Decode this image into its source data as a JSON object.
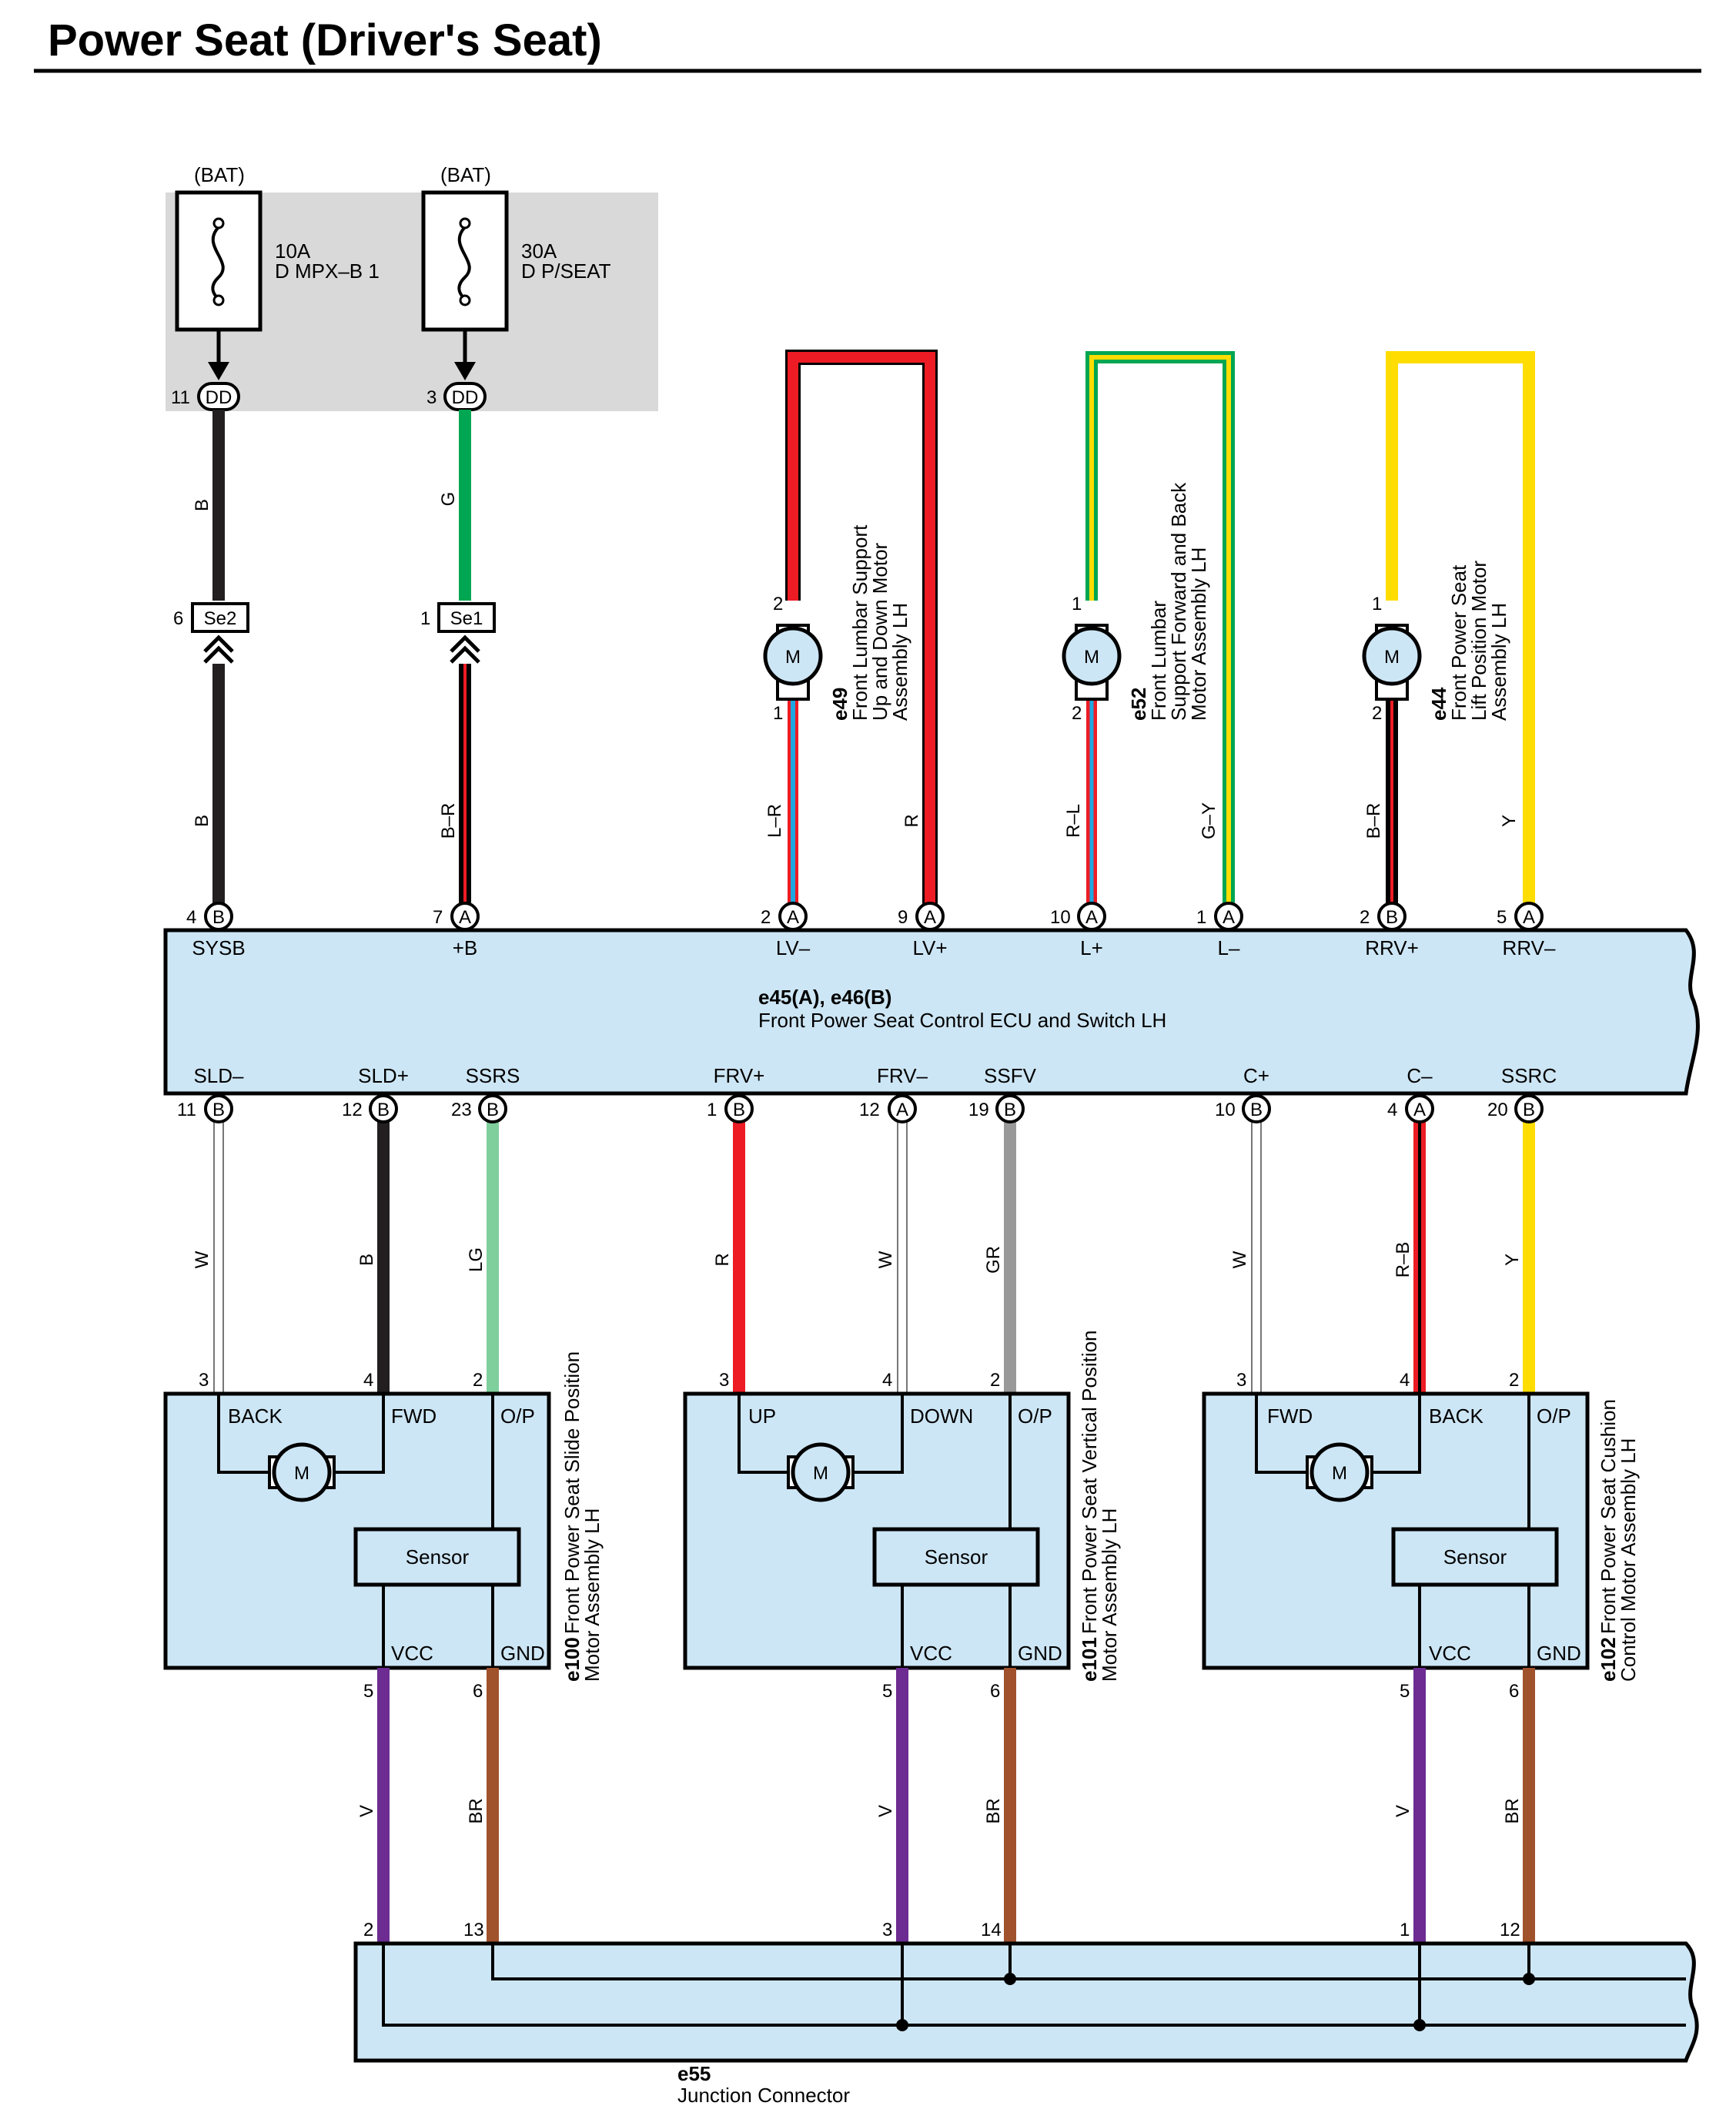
{
  "title": "Power Seat (Driver's Seat)",
  "colors": {
    "box_fill": "#cde6f5",
    "fuse_bg": "#d9d9da",
    "B": "#231f20",
    "G": "#00a651",
    "R": "#ed1c24",
    "L": "#1ea7e1",
    "Y": "#ffdd00",
    "W": "#ffffff",
    "LG": "#7fcf9d",
    "GR": "#999999",
    "V": "#6c2c91",
    "BR": "#a0522d"
  },
  "fuses": [
    {
      "source": "(BAT)",
      "rating": "10A",
      "name": "D MPX–B 1",
      "pin": "11",
      "conn": "DD"
    },
    {
      "source": "(BAT)",
      "rating": "30A",
      "name": "D P/SEAT",
      "pin": "3",
      "conn": "DD"
    }
  ],
  "inline_connectors": [
    {
      "id": "Se2",
      "pin": "6"
    },
    {
      "id": "Se1",
      "pin": "1"
    }
  ],
  "motors": [
    {
      "id": "e49",
      "desc": [
        "Front Lumbar Support",
        "Up and Down Motor",
        "Assembly LH"
      ],
      "pin_top": "2",
      "pin_bottom": "1",
      "glyph": "M"
    },
    {
      "id": "e52",
      "desc": [
        "Front Lumbar",
        "Support Forward and Back",
        "Motor Assembly LH"
      ],
      "pin_top": "1",
      "pin_bottom": "2",
      "glyph": "M"
    },
    {
      "id": "e44",
      "desc": [
        "Front Power Seat",
        "Lift Position Motor",
        "Assembly LH"
      ],
      "pin_top": "1",
      "pin_bottom": "2",
      "glyph": "M"
    }
  ],
  "ecu": {
    "id": "e45(A), e46(B)",
    "name": "Front Power Seat Control ECU and Switch LH",
    "top_terminals": [
      {
        "pin": "4",
        "conn": "B",
        "label": "SYSB"
      },
      {
        "pin": "7",
        "conn": "A",
        "label": "+B"
      },
      {
        "pin": "2",
        "conn": "A",
        "label": "LV–"
      },
      {
        "pin": "9",
        "conn": "A",
        "label": "LV+"
      },
      {
        "pin": "10",
        "conn": "A",
        "label": "L+"
      },
      {
        "pin": "1",
        "conn": "A",
        "label": "L–"
      },
      {
        "pin": "2",
        "conn": "B",
        "label": "RRV+"
      },
      {
        "pin": "5",
        "conn": "A",
        "label": "RRV–"
      }
    ],
    "bottom_terminals": [
      {
        "pin": "11",
        "conn": "B",
        "label": "SLD–"
      },
      {
        "pin": "12",
        "conn": "B",
        "label": "SLD+"
      },
      {
        "pin": "23",
        "conn": "B",
        "label": "SSRS"
      },
      {
        "pin": "1",
        "conn": "B",
        "label": "FRV+"
      },
      {
        "pin": "12",
        "conn": "A",
        "label": "FRV–"
      },
      {
        "pin": "19",
        "conn": "B",
        "label": "SSFV"
      },
      {
        "pin": "10",
        "conn": "B",
        "label": "C+"
      },
      {
        "pin": "4",
        "conn": "A",
        "label": "C–"
      },
      {
        "pin": "20",
        "conn": "B",
        "label": "SSRC"
      }
    ]
  },
  "wires": {
    "fuse1": "B",
    "fuse2": "G",
    "sysb": "B",
    "plusb": "B–R",
    "lvm": "L–R",
    "lvp": "R",
    "lp": "R–L",
    "lm": "G–Y",
    "rrvp": "B–R",
    "rrvm": "Y",
    "sldm": "W",
    "sldp": "B",
    "ssrs": "LG",
    "frvp": "R",
    "frvm": "W",
    "ssfv": "GR",
    "cp": "W",
    "cm": "R–B",
    "ssrc": "Y",
    "vcc": "V",
    "gnd": "BR"
  },
  "seat_motors": [
    {
      "id": "e100",
      "desc": [
        "Front Power Seat Slide Position",
        "Motor Assembly LH"
      ],
      "t1": "BACK",
      "t2": "FWD",
      "t3": "O/P",
      "sensor": "Sensor",
      "vcc": "VCC",
      "gnd": "GND",
      "p1": "3",
      "p2": "4",
      "p3": "2",
      "pv": "5",
      "pg": "6",
      "glyph": "M"
    },
    {
      "id": "e101",
      "desc": [
        "Front Power Seat Vertical Position",
        "Motor Assembly LH"
      ],
      "t1": "UP",
      "t2": "DOWN",
      "t3": "O/P",
      "sensor": "Sensor",
      "vcc": "VCC",
      "gnd": "GND",
      "p1": "3",
      "p2": "4",
      "p3": "2",
      "pv": "5",
      "pg": "6",
      "glyph": "M"
    },
    {
      "id": "e102",
      "desc": [
        "Front Power Seat Cushion",
        "Control Motor Assembly LH"
      ],
      "t1": "FWD",
      "t2": "BACK",
      "t3": "O/P",
      "sensor": "Sensor",
      "vcc": "VCC",
      "gnd": "GND",
      "p1": "3",
      "p2": "4",
      "p3": "2",
      "pv": "5",
      "pg": "6",
      "glyph": "M"
    }
  ],
  "junction": {
    "id": "e55",
    "name": "Junction Connector",
    "pins": [
      "2",
      "13",
      "3",
      "14",
      "1",
      "12"
    ]
  }
}
